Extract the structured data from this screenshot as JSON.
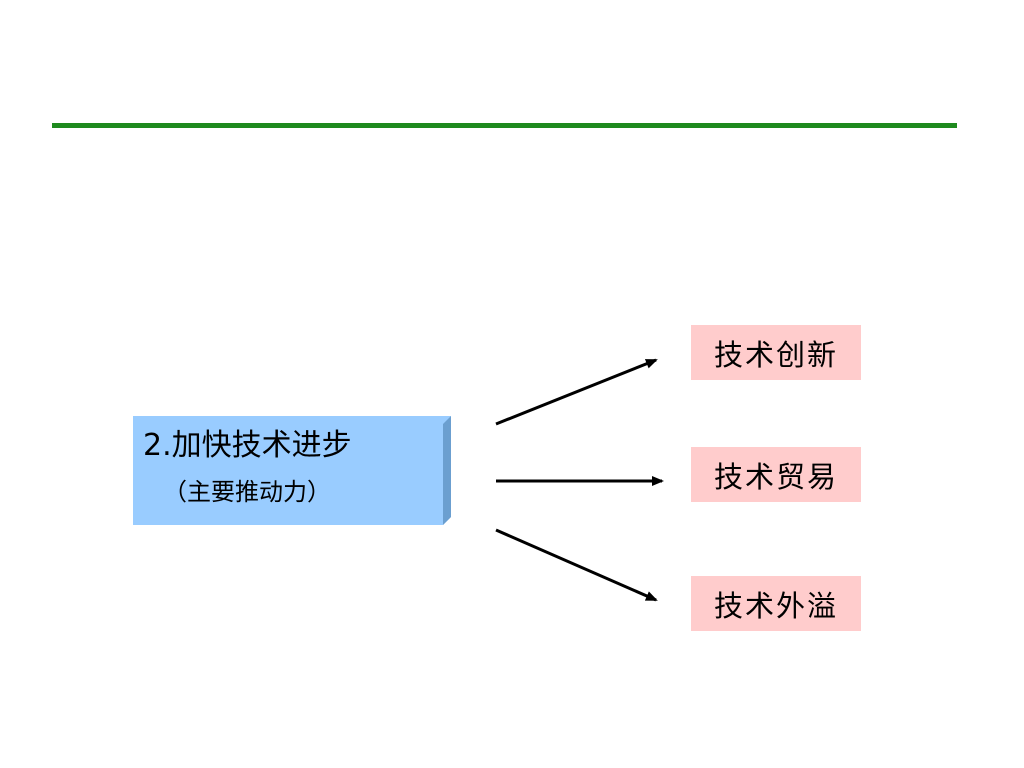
{
  "colors": {
    "rule": "#1e8a1e",
    "box_fill": "#99ccff",
    "box_side": "#6b9fd0",
    "box_top": "#c2dffa",
    "tag_fill": "#ffcccc"
  },
  "main": {
    "title": "2.加快技术进步",
    "subtitle": "（主要推动力）"
  },
  "branches": [
    {
      "label": "技术创新"
    },
    {
      "label": "技术贸易"
    },
    {
      "label": "技术外溢"
    }
  ]
}
